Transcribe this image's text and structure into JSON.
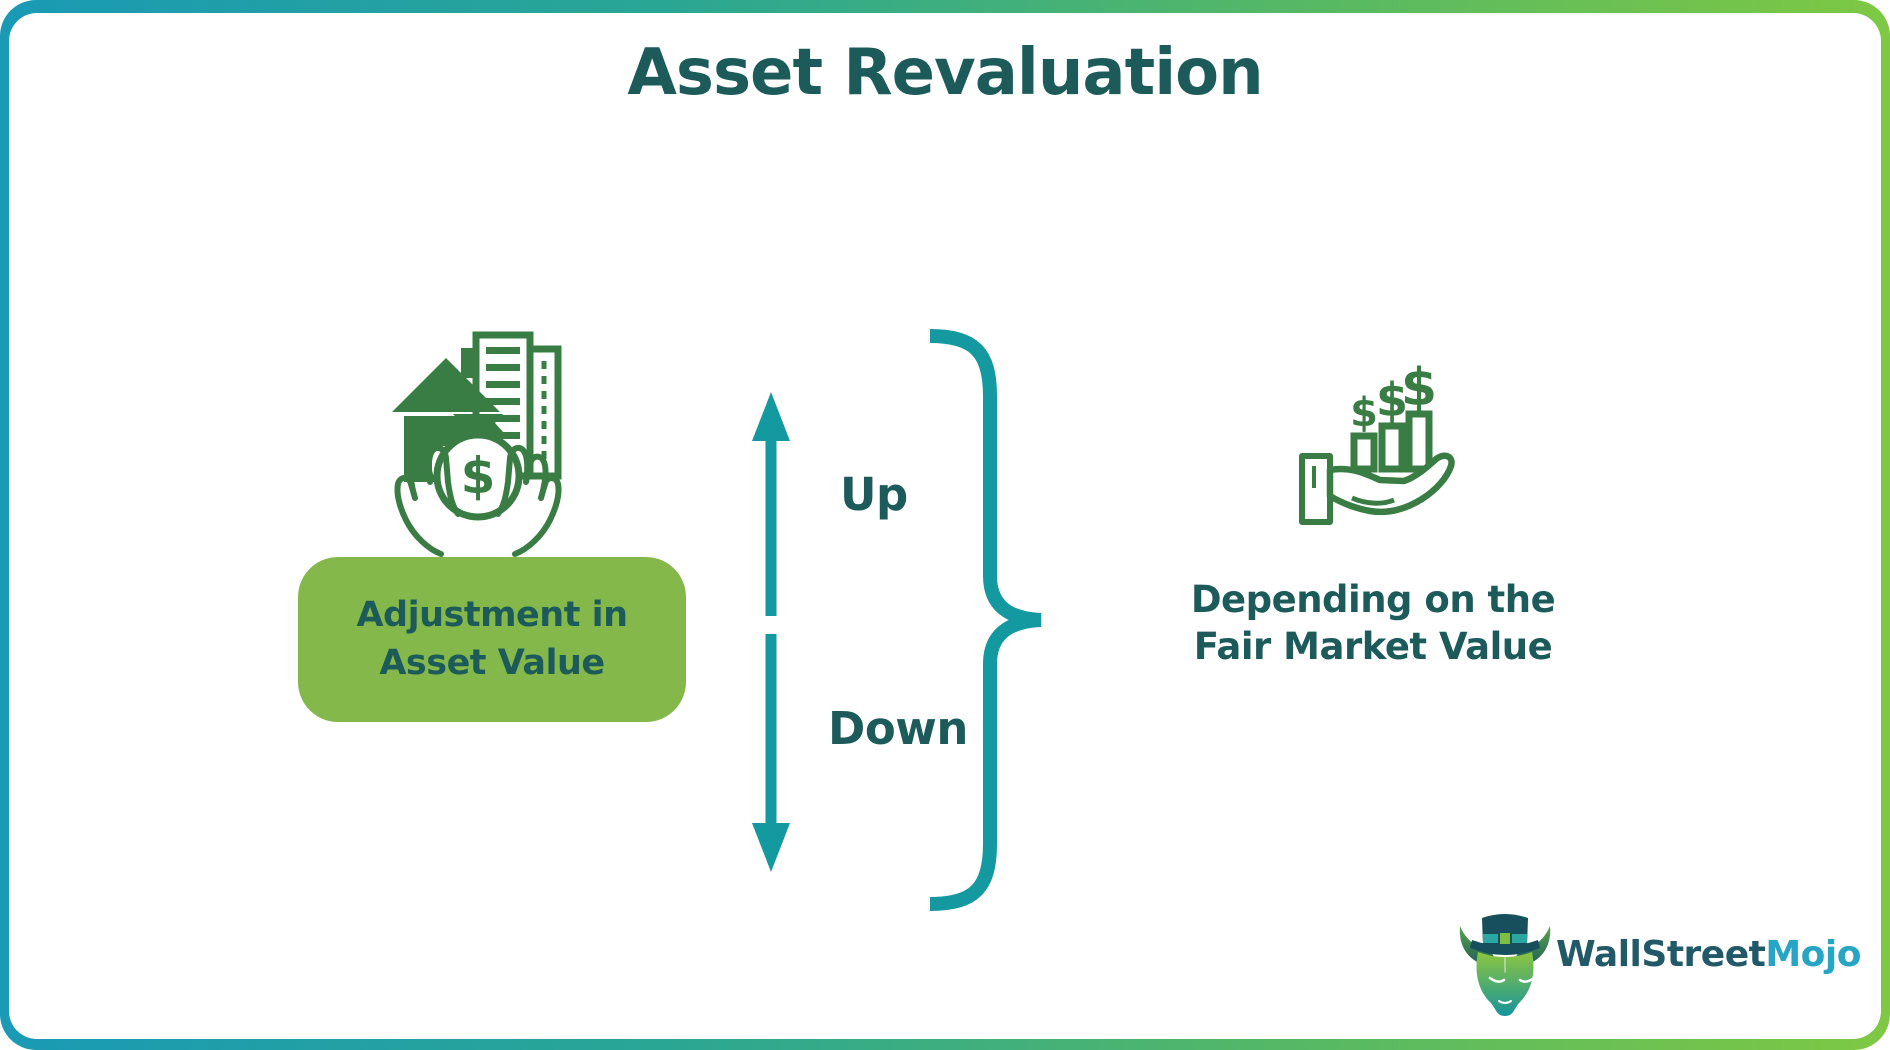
{
  "title": "Asset Revaluation",
  "left_panel": {
    "icon": "hands-holding-money-bag-with-house-and-buildings-icon",
    "dollar": "$",
    "box": {
      "line1": "Adjustment in",
      "line2": "Asset Value"
    }
  },
  "middle": {
    "up": "Up",
    "down": "Down"
  },
  "right_panel": {
    "icon": "hand-presenting-rising-dollar-bars-icon",
    "dollar1": "$",
    "dollar2": "$",
    "dollar3": "$",
    "caption": {
      "line1": "Depending on the",
      "line2": "Fair Market Value"
    }
  },
  "brand": {
    "name_primary": "WallStreet",
    "name_accent": "Mojo"
  },
  "colors": {
    "heading_text": "#1d5b5b",
    "teal_accent": "#13999f",
    "box_fill": "#85b84a",
    "icon_green": "#3a7d44",
    "frame_gradient_start": "#1a9ab5",
    "frame_gradient_end": "#7ec843",
    "brand_primary": "#215968",
    "brand_accent": "#26a5c4"
  }
}
